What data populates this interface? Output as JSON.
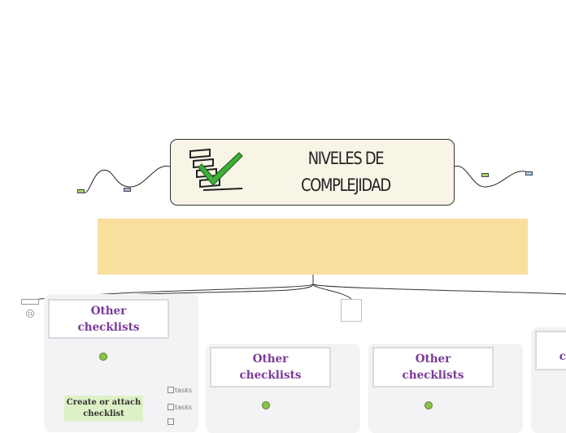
{
  "central_topic": {
    "line1": "NIVELES DE",
    "line2": "COMPLEJIDAD",
    "icon": "checklist-checkmark-icon",
    "background": "#f8f4e6"
  },
  "banner": {
    "text": "",
    "color": "#f9df9e"
  },
  "collapse_badge": {
    "count": "11"
  },
  "branches": [
    {
      "title": "Other checklists"
    },
    {
      "title": "Other checklists"
    },
    {
      "title": "Other checklists"
    },
    {
      "title": "c"
    }
  ],
  "subtopic": {
    "label": "Create or attach checklist",
    "color": "#ddf1c6"
  },
  "tasks": [
    "tasks",
    "tasks"
  ],
  "colors": {
    "title_text": "#7a3a97",
    "panel": "#f3f3f6",
    "node_dot": "#8bc34a"
  },
  "tag_colors": [
    "#a5d66a",
    "#c8a5e0",
    "#f4d35e",
    "#f4d35e",
    "#a5d66a",
    "#9fc8ee"
  ]
}
